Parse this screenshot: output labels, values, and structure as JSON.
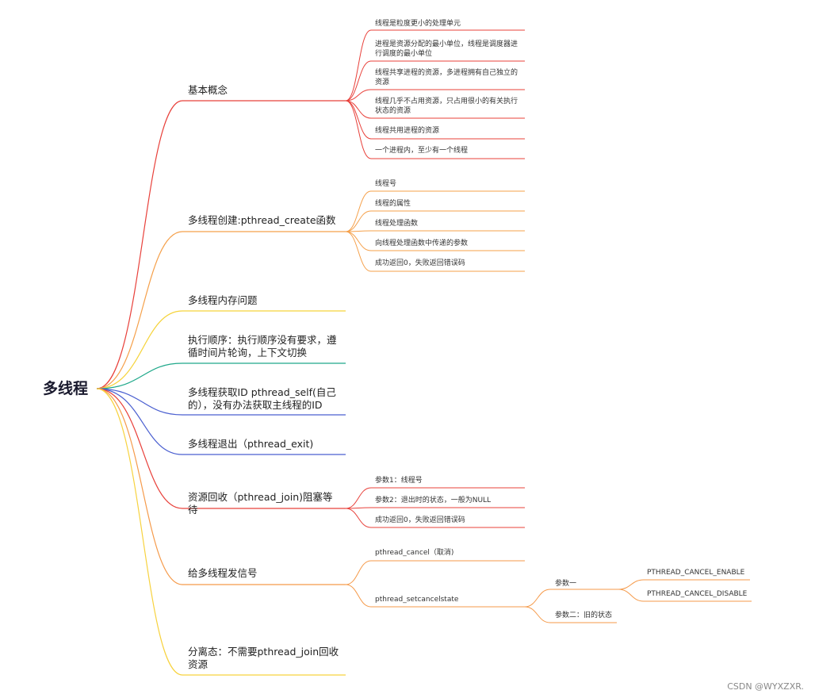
{
  "root": "多线程",
  "watermark": "CSDN @WYXZXR.",
  "colors": {
    "red": "#e8403a",
    "orange": "#f5a04a",
    "yellow": "#f5d33a",
    "teal": "#1fa88a",
    "blue": "#4a5fd0",
    "orange2": "#f59a4a",
    "yellow2": "#f7d23e"
  },
  "branches": {
    "basic": {
      "label": "基本概念",
      "children": [
        "线程是粒度更小的处理单元",
        "进程是资源分配的最小单位，线程是调度器进行调度的最小单位",
        "线程共享进程的资源，多进程拥有自己独立的资源",
        "线程几乎不占用资源，只占用很小的有关执行状态的资源",
        "线程共用进程的资源",
        "一个进程内，至少有一个线程"
      ]
    },
    "create": {
      "label": "多线程创建:pthread_create函数",
      "children": [
        "线程号",
        "线程的属性",
        "线程处理函数",
        "向线程处理函数中传递的参数",
        "成功返回0，失败返回错误码"
      ]
    },
    "memory": {
      "label": "多线程内存问题"
    },
    "order": {
      "label": "执行顺序：执行顺序没有要求，遵循时间片轮询，上下文切换"
    },
    "getid": {
      "label": "多线程获取ID pthread_self(自己的），没有办法获取主线程的ID"
    },
    "exit": {
      "label": "多线程退出（pthread_exit)"
    },
    "join": {
      "label": "资源回收（pthread_join)阻塞等待",
      "children": [
        "参数1：线程号",
        "参数2：退出时的状态，一般为NULL",
        "成功返回0，失败返回错误码"
      ]
    },
    "signal": {
      "label": "给多线程发信号",
      "cancel": "pthread_cancel（取消)",
      "setstate": "pthread_setcancelstate",
      "param1": "参数一",
      "enable": "PTHREAD_CANCEL_ENABLE",
      "disable": "PTHREAD_CANCEL_DISABLE",
      "param2": "参数二：旧的状态"
    },
    "detach": {
      "label": "分离态：不需要pthread_join回收资源"
    }
  }
}
